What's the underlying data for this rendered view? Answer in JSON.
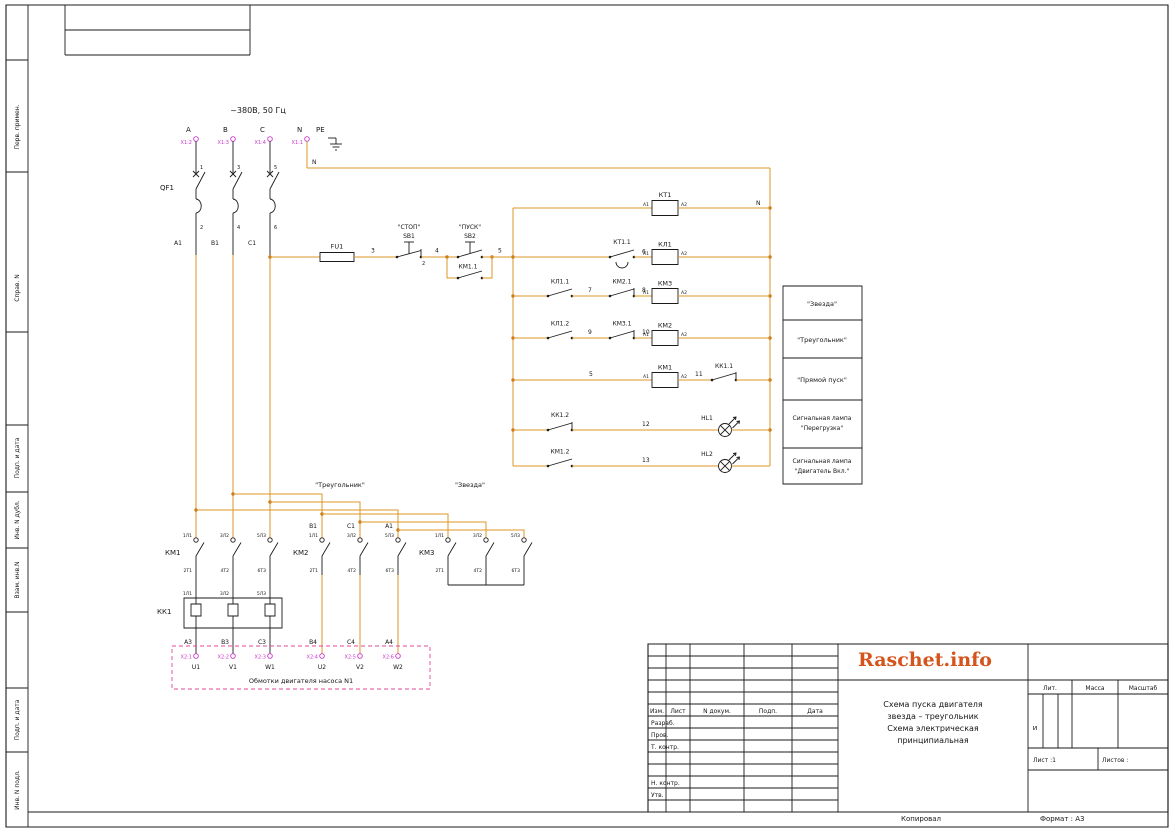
{
  "watermark": "Raschet.info",
  "frame": {
    "labels": [
      "Перв. примен.",
      "Справ. N",
      "Подп. и дата",
      "Инв. N дубл.",
      "Взам. инв.N",
      "Подп. и дата",
      "Инв. N подл."
    ],
    "copied": "Копировал",
    "format": "Формат :  А3"
  },
  "supply": {
    "voltage": "~380В, 50 Гц",
    "phases": [
      "A",
      "B",
      "C",
      "N",
      "PE"
    ],
    "x1": [
      "Х1:2",
      "Х1:3",
      "Х1:4",
      "Х1:1"
    ],
    "n": "N"
  },
  "breaker": {
    "ref": "QF1",
    "top": [
      "1",
      "3",
      "5"
    ],
    "bot": [
      "2",
      "4",
      "6"
    ],
    "wires": [
      "А1",
      "В1",
      "С1"
    ]
  },
  "control": {
    "fuse": "FU1",
    "stop": "\"СТОП\"",
    "stop_ref": "SB1",
    "sb1_term": "2",
    "start": "\"ПУСК\"",
    "start_ref": "SB2",
    "hold": "КМ1.1",
    "nodes": {
      "n3": "3",
      "n4": "4",
      "n5": "5",
      "n6": "6",
      "n7": "7",
      "n8": "8",
      "n9": "9",
      "n10": "10",
      "n11": "11",
      "n12": "12",
      "n13": "13"
    },
    "terms": [
      "А1",
      "А2"
    ],
    "kt1": "КТ1",
    "kt11": "КТ1.1",
    "kl1": "КЛ1",
    "kl11": "КЛ1.1",
    "km21": "КМ2.1",
    "km3": "КМ3",
    "kl12": "КЛ1.2",
    "km31": "КМ3.1",
    "km2": "КМ2",
    "km1": "КМ1",
    "kk11": "КК1.1",
    "kk12": "КК1.2",
    "hl1": "HL1",
    "km12": "КМ1.2",
    "hl2": "HL2",
    "legend": [
      [
        "\"Звезда\""
      ],
      [
        "\"Треугольник\""
      ],
      [
        "\"Прямой пуск\""
      ],
      [
        "Сигнальная лампа",
        "\"Перегрузка\""
      ],
      [
        "Сигнальная лампа",
        "\"Двигатель Вкл.\""
      ]
    ]
  },
  "power": {
    "delta": "\"Треугольник\"",
    "star": "\"Звезда\"",
    "km1": "КМ1",
    "km2": "КМ2",
    "km3": "КМ3",
    "kk1": "КК1",
    "pt": [
      "1Л1",
      "3Л2",
      "5Л3"
    ],
    "pb": [
      "2Т1",
      "4Т2",
      "6Т3"
    ],
    "km2w": [
      "В1",
      "С1",
      "А1"
    ],
    "out1": [
      "А3",
      "В3",
      "С3"
    ],
    "out2": [
      "В4",
      "С4",
      "А4"
    ],
    "mt": [
      "U1",
      "V1",
      "W1",
      "U2",
      "V2",
      "W2"
    ],
    "x2": [
      "Х2:1",
      "Х2:2",
      "Х2:3",
      "Х2:4",
      "Х2:5",
      "Х2:6"
    ],
    "caption": "Обмотки двигателя насоса N1"
  },
  "title_block": {
    "h": [
      "Изм.",
      "Лист",
      "N докум.",
      "Подп.",
      "Дата"
    ],
    "r": [
      "Разраб.",
      "Пров.",
      "Т. контр.",
      "Н. контр.",
      "Утв."
    ],
    "t": [
      "Схема пуска двигателя",
      "звезда – треугольник",
      "Схема электрическая",
      "принципиальная"
    ],
    "lit": "Лит.",
    "mass": "Масса",
    "scale": "Масштаб",
    "litv": "и",
    "sheet": "Лист :1",
    "sheets": "Листов :"
  }
}
